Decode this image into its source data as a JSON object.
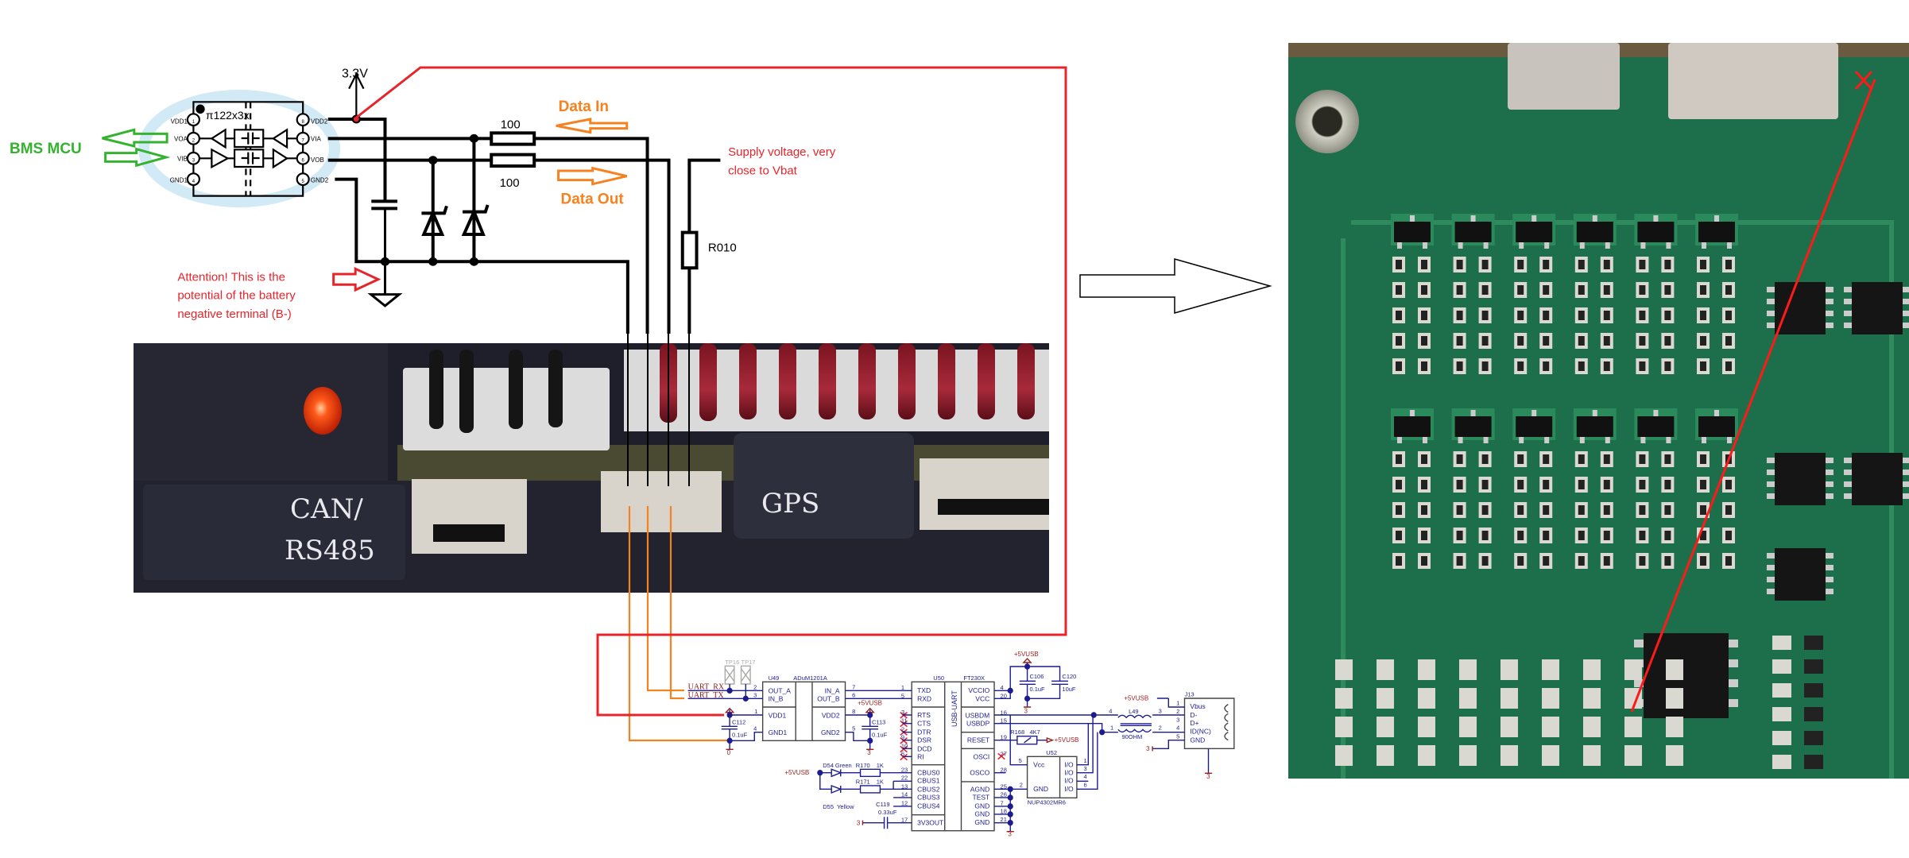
{
  "isolator_schematic": {
    "supply_label": "3.3V",
    "chip_name": "π122x3x",
    "left_pins": [
      "VDD1",
      "VOA",
      "VIB",
      "GND1"
    ],
    "right_pins": [
      "VDD2",
      "VIA",
      "VOB",
      "GND2"
    ],
    "pin_numbers": [
      "1",
      "2",
      "3",
      "4",
      "8",
      "7",
      "6",
      "5"
    ],
    "resistor_top_value": "100",
    "resistor_bottom_value": "100",
    "shunt_label": "R010",
    "bms_mcu_label": "BMS MCU",
    "data_in_label": "Data In",
    "data_out_label": "Data Out",
    "supply_note": [
      "Supply voltage, very",
      "close to Vbat"
    ],
    "attention_note": [
      "Attention! This is the",
      "potential of the battery",
      "negative terminal (B-)"
    ]
  },
  "photo": {
    "can_label": [
      "CAN/",
      "RS485"
    ],
    "gps_label": "GPS"
  },
  "usb_uart_schematic": {
    "uart_rx": "UART_RX",
    "uart_tx": "UART_TX",
    "test_points": [
      "TP16",
      "TP17"
    ],
    "u49": {
      "ref": "U49",
      "part": "ADuM1201A",
      "left_pins": [
        "OUT_A",
        "IN_B",
        "VDD1",
        "GND1"
      ],
      "left_numbers": [
        "2",
        "3",
        "1",
        "4"
      ],
      "right_pins": [
        "IN_A",
        "OUT_B",
        "VDD2",
        "GND2"
      ],
      "right_numbers": [
        "7",
        "6",
        "8",
        "5"
      ]
    },
    "c112": {
      "ref": "C112",
      "value": "0.1uF"
    },
    "c113": {
      "ref": "C113",
      "value": "0.1uF"
    },
    "vusb": "+5VUSB",
    "ground_labels": [
      "0",
      "3"
    ],
    "u50": {
      "ref": "U50",
      "part": "FT230X",
      "center": "USB-UART",
      "left_pins": [
        "TXD",
        "RXD",
        "RTS",
        "CTS",
        "DTR",
        "DSR",
        "DCD",
        "RI",
        "CBUS0",
        "CBUS1",
        "CBUS2",
        "CBUS3",
        "CBUS4",
        "3V3OUT"
      ],
      "left_numbers": [
        "1",
        "5",
        "3",
        "11",
        "2",
        "9",
        "10",
        "6",
        "23",
        "22",
        "13",
        "14",
        "12",
        "17"
      ],
      "right_pins": [
        "VCCIO",
        "VCC",
        "USBDM",
        "USBDP",
        "RESET",
        "OSCI",
        "OSCO",
        "AGND",
        "TEST",
        "GND",
        "GND",
        "GND"
      ],
      "right_numbers": [
        "4",
        "20",
        "16",
        "15",
        "19",
        "27",
        "28",
        "25",
        "26",
        "7",
        "18",
        "21"
      ]
    },
    "c106": {
      "ref": "C106",
      "value": "0.1uF"
    },
    "c120": {
      "ref": "C120",
      "value": "10uF"
    },
    "r168": {
      "ref": "R168",
      "value": "4K7"
    },
    "u52": {
      "ref": "U52",
      "part": "NUP4302MR6",
      "pins": [
        "Vcc",
        "GND",
        "I/O",
        "I/O",
        "I/O",
        "I/O"
      ],
      "numbers": [
        "5",
        "2",
        "1",
        "3",
        "4",
        "6"
      ]
    },
    "l49": {
      "ref": "L49",
      "value": "90OHM",
      "numbers": [
        "4",
        "3",
        "1",
        "2"
      ]
    },
    "j13": {
      "ref": "J13",
      "pins": [
        "Vbus",
        "D-",
        "D+",
        "ID(NC)",
        "GND"
      ],
      "numbers": [
        "1",
        "2",
        "3",
        "4",
        "5"
      ]
    },
    "d54": {
      "ref": "D54",
      "color": "Green"
    },
    "d55": {
      "ref": "D55",
      "color": "Yellow"
    },
    "r170": {
      "ref": "R170",
      "value": "1K"
    },
    "r171": {
      "ref": "R171",
      "value": "1K"
    },
    "c119": {
      "ref": "C119",
      "value": "0.33uF"
    }
  },
  "colors": {
    "connection_red": "#e8242b",
    "signal_orange": "#f5821f",
    "mcu_green": "#35b22f",
    "schematic_blue": "#1c1c8c",
    "pcb_green": "#1d6e4b"
  }
}
